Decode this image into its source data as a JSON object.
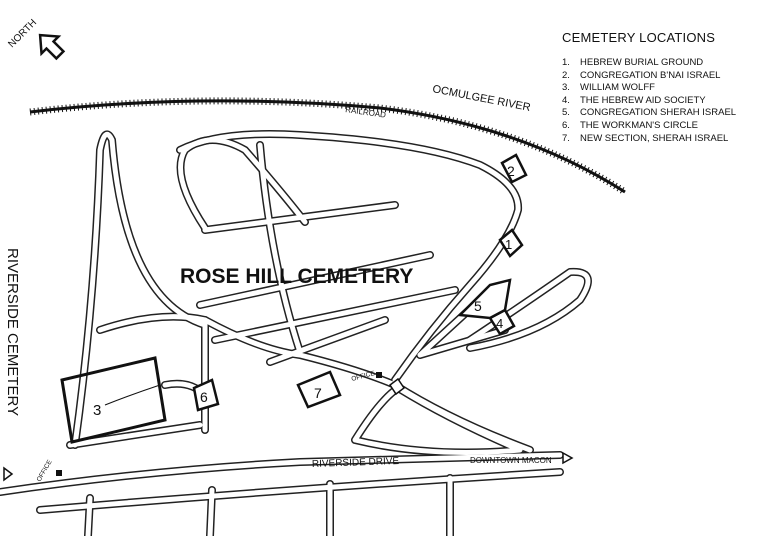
{
  "north_label": "NORTH",
  "legend": {
    "title": "CEMETERY LOCATIONS",
    "items": [
      {
        "num": "1.",
        "label": "HEBREW BURIAL GROUND"
      },
      {
        "num": "2.",
        "label": "CONGREGATION B'NAI ISRAEL"
      },
      {
        "num": "3.",
        "label": "WILLIAM WOLFF"
      },
      {
        "num": "4.",
        "label": "THE HEBREW AID SOCIETY"
      },
      {
        "num": "5.",
        "label": "CONGREGATION SHERAH ISRAEL"
      },
      {
        "num": "6.",
        "label": "THE WORKMAN'S CIRCLE"
      },
      {
        "num": "7.",
        "label": "NEW SECTION, SHERAH ISRAEL"
      }
    ]
  },
  "labels": {
    "river": "OCMULGEE RIVER",
    "railroad": "RAILROAD",
    "cemetery": "ROSE HILL CEMETERY",
    "riverside_cemetery": "RIVERSIDE CEMETERY",
    "riverside_drive": "RIVERSIDE DRIVE",
    "downtown": "DOWNTOWN MACON",
    "office": "OFFICE"
  },
  "sections": [
    "1",
    "2",
    "3",
    "4",
    "5",
    "6",
    "7"
  ]
}
